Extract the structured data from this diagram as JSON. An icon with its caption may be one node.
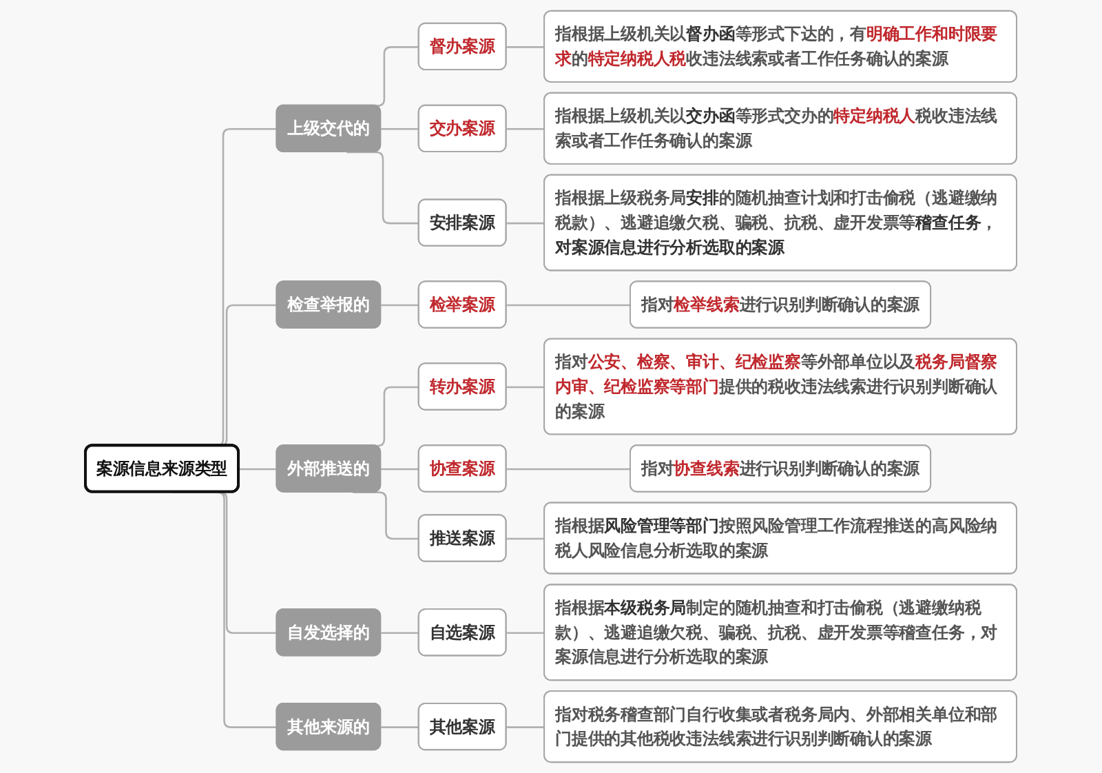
{
  "diagram": {
    "nodes": [
      {
        "text": [
          "案源信息来源类型"
        ]
      },
      {
        "text": [
          "上级交代的"
        ]
      },
      {
        "text": [
          "督办案源"
        ]
      },
      {
        "text": [
          "指根据上级机关以**督办函**等形式下达的，有**明确工作和时限要求**的**特定纳税人税**收违法线索或者工作任务确认的案源"
        ]
      },
      {
        "text": [
          "交办案源"
        ]
      },
      {
        "text": [
          "指根据上级机关以**交办函**等形式交办的**特定纳税人**税收违法线索或者工作任务确认的案源"
        ]
      },
      {
        "text": [
          "安排案源"
        ]
      },
      {
        "text": [
          "指根据上级税务局**安排**的随机抽查计划和打击偷税（逃避缴纳税款）、逃避追缴欠税、骗税、抗税、虚开发票等**稽查任务**，**对案源信息进行分析选取的案源**"
        ]
      },
      {
        "text": [
          "检查举报的"
        ]
      },
      {
        "text": [
          "检举案源"
        ]
      },
      {
        "text": [
          "指对**检举线索**进行识别判断确认的案源"
        ]
      },
      {
        "text": [
          "外部推送的"
        ]
      },
      {
        "text": [
          "转办案源"
        ]
      },
      {
        "text": [
          "指对**公安、检察、审计、纪检监察**等外部单位以及**税务局督察内审、纪检监察等部门**提供的税收违法线索进行识别判断确认的案源"
        ]
      },
      {
        "text": [
          "协查案源"
        ]
      },
      {
        "text": [
          "指对**协查线索**进行识别判断确认的案源"
        ]
      },
      {
        "text": [
          "推送案源"
        ]
      },
      {
        "text": [
          "指根据**风险管理等部门**按照风险管理工作流程推送的高风险纳税人风险信息分析选取的案源"
        ]
      },
      {
        "text": [
          "自发选择的"
        ]
      },
      {
        "text": [
          "自选案源"
        ]
      },
      {
        "text": [
          "指根据**本级税务局**制定的随机抽查和打击偷税（逃避缴纳税款）、逃避追缴欠税、骗税、抗税、虚开发票等稽查任务，对案源信息进行分析选取的案源"
        ]
      },
      {
        "text": [
          "其他来源的"
        ]
      },
      {
        "text": [
          "其他案源"
        ]
      },
      {
        "text": [
          "指对税务稽查部门自行收集或者税务局内、外部相关单位和部门提供的其他税收违法线索进行识别判断确认的案源"
        ]
      }
    ],
    "edges": [
      {
        "from": 0,
        "to": 1,
        "arrow": "none"
      },
      {
        "from": 1,
        "to": 2,
        "arrow": "none"
      },
      {
        "from": 2,
        "to": 3,
        "arrow": "none"
      },
      {
        "from": 1,
        "to": 4,
        "arrow": "none"
      },
      {
        "from": 4,
        "to": 5,
        "arrow": "none"
      },
      {
        "from": 1,
        "to": 6,
        "arrow": "none"
      },
      {
        "from": 6,
        "to": 7,
        "arrow": "none"
      },
      {
        "from": 0,
        "to": 8,
        "arrow": "none"
      },
      {
        "from": 8,
        "to": 9,
        "arrow": "none"
      },
      {
        "from": 9,
        "to": 10,
        "arrow": "none"
      },
      {
        "from": 0,
        "to": 11,
        "arrow": "none"
      },
      {
        "from": 11,
        "to": 12,
        "arrow": "none"
      },
      {
        "from": 12,
        "to": 13,
        "arrow": "none"
      },
      {
        "from": 11,
        "to": 14,
        "arrow": "none"
      },
      {
        "from": 14,
        "to": 15,
        "arrow": "none"
      },
      {
        "from": 11,
        "to": 16,
        "arrow": "none"
      },
      {
        "from": 16,
        "to": 17,
        "arrow": "none"
      },
      {
        "from": 0,
        "to": 18,
        "arrow": "none"
      },
      {
        "from": 18,
        "to": 19,
        "arrow": "none"
      },
      {
        "from": 19,
        "to": 20,
        "arrow": "none"
      },
      {
        "from": 0,
        "to": 21,
        "arrow": "none"
      },
      {
        "from": 21,
        "to": 22,
        "arrow": "none"
      },
      {
        "from": 22,
        "to": 23,
        "arrow": "none"
      }
    ]
  }
}
